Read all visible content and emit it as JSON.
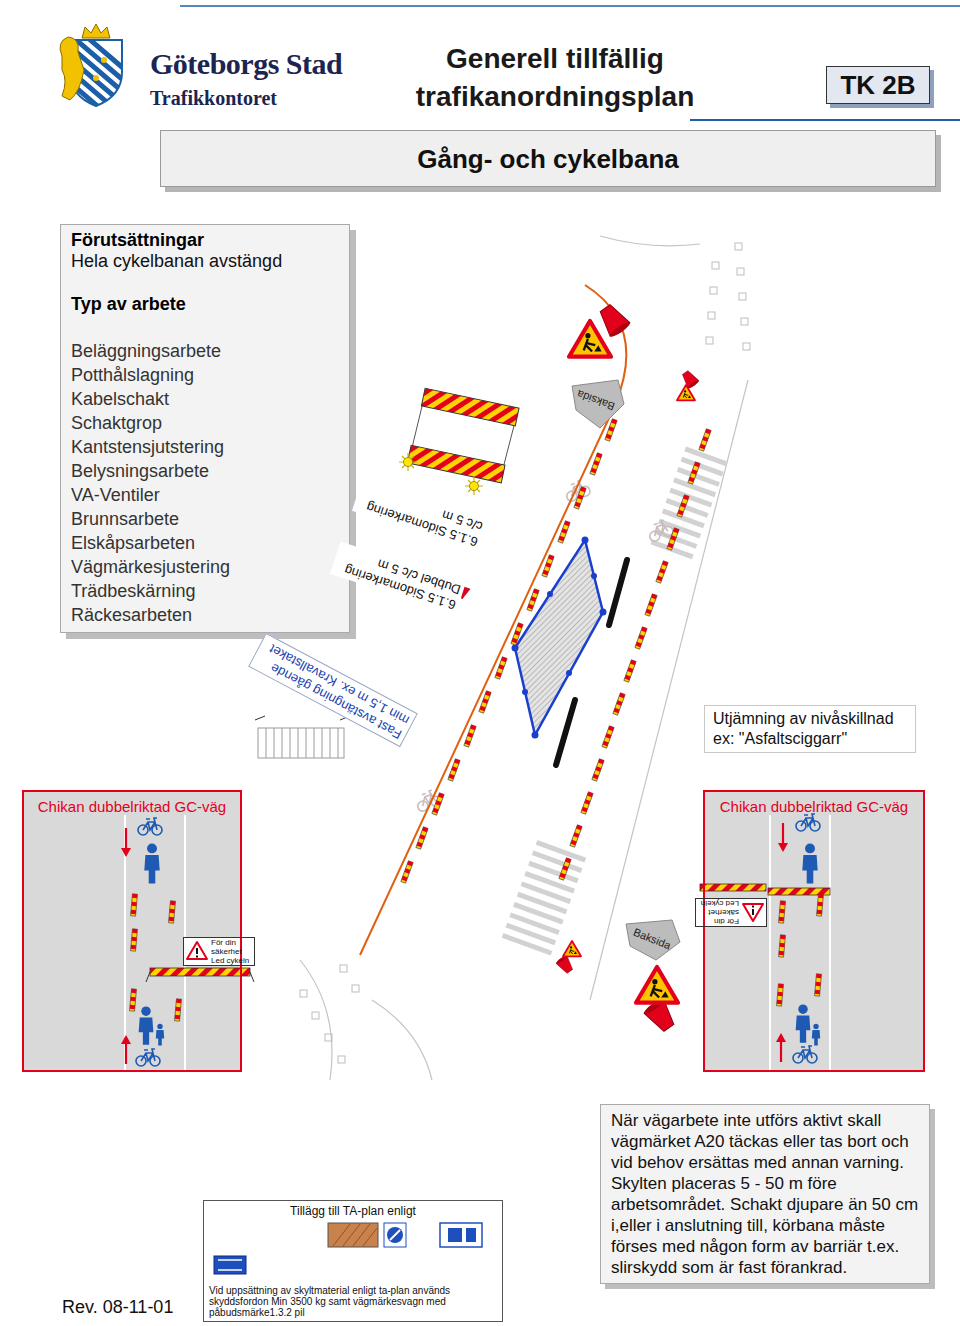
{
  "diagram": {
    "title": "Generell tillfällig trafikanordningsplan",
    "nodes": [
      {
        "text": [
          "TK 2B"
        ]
      },
      {
        "text": [
          "Gång- och cykelbana"
        ]
      },
      {
        "text": [
          "Förutsättningar",
          "Hela cykelbanan avstängd",
          "Typ av arbete",
          "Beläggningsarbete",
          "Potthålslagning",
          "Kabelschakt",
          "Schaktgrop",
          "Kantstensjutstering",
          "Belysningsarbete",
          "VA-Ventiler",
          "Brunnsarbete",
          "Elskåpsarbeten",
          "Vägmärkesjustering",
          "Trädbeskärning",
          "Räckesarbeten"
        ]
      },
      {
        "text": [
          "Utjämning av nivåskillnad ex: \"Asfaltsciggarr\""
        ]
      },
      {
        "text": [
          "Chikan dubbelriktad GC-väg"
        ]
      },
      {
        "text": [
          "För din säkerhet Led cykeln"
        ],
        "in": 4
      },
      {
        "text": [
          "Chikan dubbelriktad GC-väg"
        ]
      },
      {
        "text": [
          "För din säkerhet Led cykeln"
        ],
        "in": 6
      },
      {
        "text": [
          "Tillägg till TA-plan enligt",
          "Vid uppsättning av skyltmaterial enligt ta-plan används skyddsfordon Min 3500 kg samt vägmärkesvagn med påbudsmärke1.3.2 pil"
        ]
      },
      {
        "text": [
          "När vägarbete inte utförs aktivt skall vägmärket A20 täckas eller tas bort och vid behov ersättas med annan varning. Skylten placeras 5 - 50 m före arbetsområdet. Schakt djupare än 50 cm i,eller i anslutning till, körbana måste förses med någon form av barriär t.ex. slirskydd som är fast förankrad."
        ]
      }
    ],
    "labels": [
      "Göteborgs Stad",
      "Trafikkontoret",
      "Baksida",
      "6.1.5 Sidomarkering c/c 5 m",
      "6.1.5 Sidomarkering Dubbel c/c 5 m",
      "Fast avstängning gående min 1,5 m ex. Kravallstaket",
      "Baksida",
      "Rev. 08-11-01"
    ]
  }
}
